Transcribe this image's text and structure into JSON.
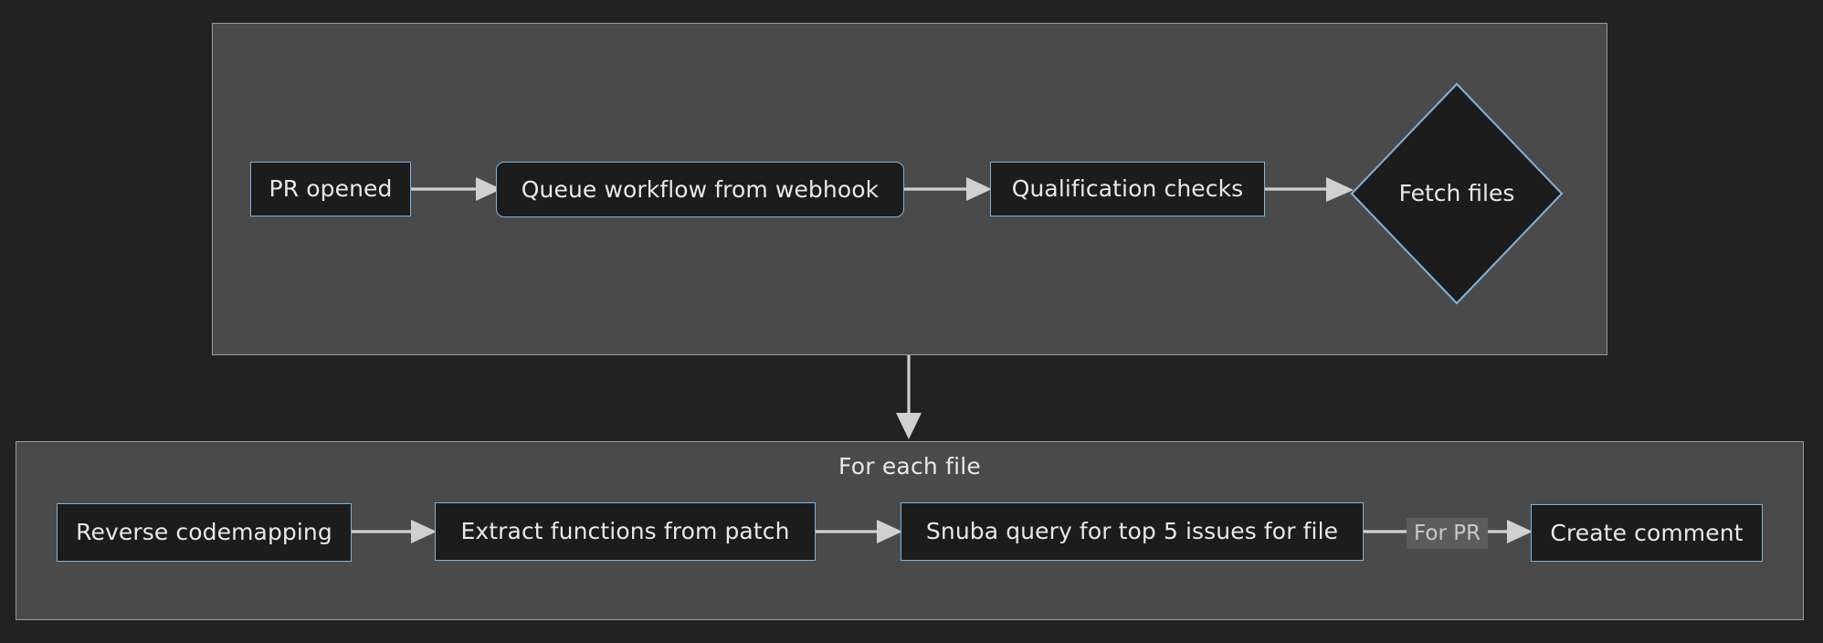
{
  "diagram": {
    "type": "flowchart",
    "direction": "left-to-right",
    "background_color": "#222222"
  },
  "subgraphs": [
    {
      "id": "top",
      "title": "",
      "fill_color": "#4a4a4a",
      "border_color": "#9a9a9a"
    },
    {
      "id": "bottom",
      "title": "For each file",
      "fill_color": "#4a4a4a",
      "border_color": "#9a9a9a"
    }
  ],
  "nodes": [
    {
      "id": "pr-opened",
      "label": "PR opened",
      "shape": "rect",
      "group": "top"
    },
    {
      "id": "queue-workflow",
      "label": "Queue workflow from webhook",
      "shape": "rounded",
      "group": "top"
    },
    {
      "id": "qualification",
      "label": "Qualification checks",
      "shape": "rect",
      "group": "top"
    },
    {
      "id": "fetch-files",
      "label": "Fetch files",
      "shape": "diamond",
      "group": "top"
    },
    {
      "id": "reverse-codemap",
      "label": "Reverse codemapping",
      "shape": "rect",
      "group": "bottom"
    },
    {
      "id": "extract-functions",
      "label": "Extract functions from patch",
      "shape": "rect",
      "group": "bottom"
    },
    {
      "id": "snuba-query",
      "label": "Snuba query for top 5 issues for file",
      "shape": "rect",
      "group": "bottom"
    },
    {
      "id": "create-comment",
      "label": "Create comment",
      "shape": "rect",
      "group": "bottom"
    }
  ],
  "edges": [
    {
      "from": "pr-opened",
      "to": "queue-workflow",
      "label": ""
    },
    {
      "from": "queue-workflow",
      "to": "qualification",
      "label": ""
    },
    {
      "from": "qualification",
      "to": "fetch-files",
      "label": ""
    },
    {
      "from": "fetch-files",
      "to": "bottom-subgraph",
      "label": ""
    },
    {
      "from": "reverse-codemap",
      "to": "extract-functions",
      "label": ""
    },
    {
      "from": "extract-functions",
      "to": "snuba-query",
      "label": ""
    },
    {
      "from": "snuba-query",
      "to": "create-comment",
      "label": "For PR"
    }
  ],
  "colors": {
    "node_fill": "#1c1c1c",
    "node_border": "#7fb3dd",
    "node_text": "#e8e8e8",
    "edge": "#d0d0d0",
    "edge_label_bg": "#5c5c5c",
    "edge_label_text": "#c9c9c9",
    "subgraph_fill": "#4a4a4a",
    "subgraph_border": "#9a9a9a"
  }
}
